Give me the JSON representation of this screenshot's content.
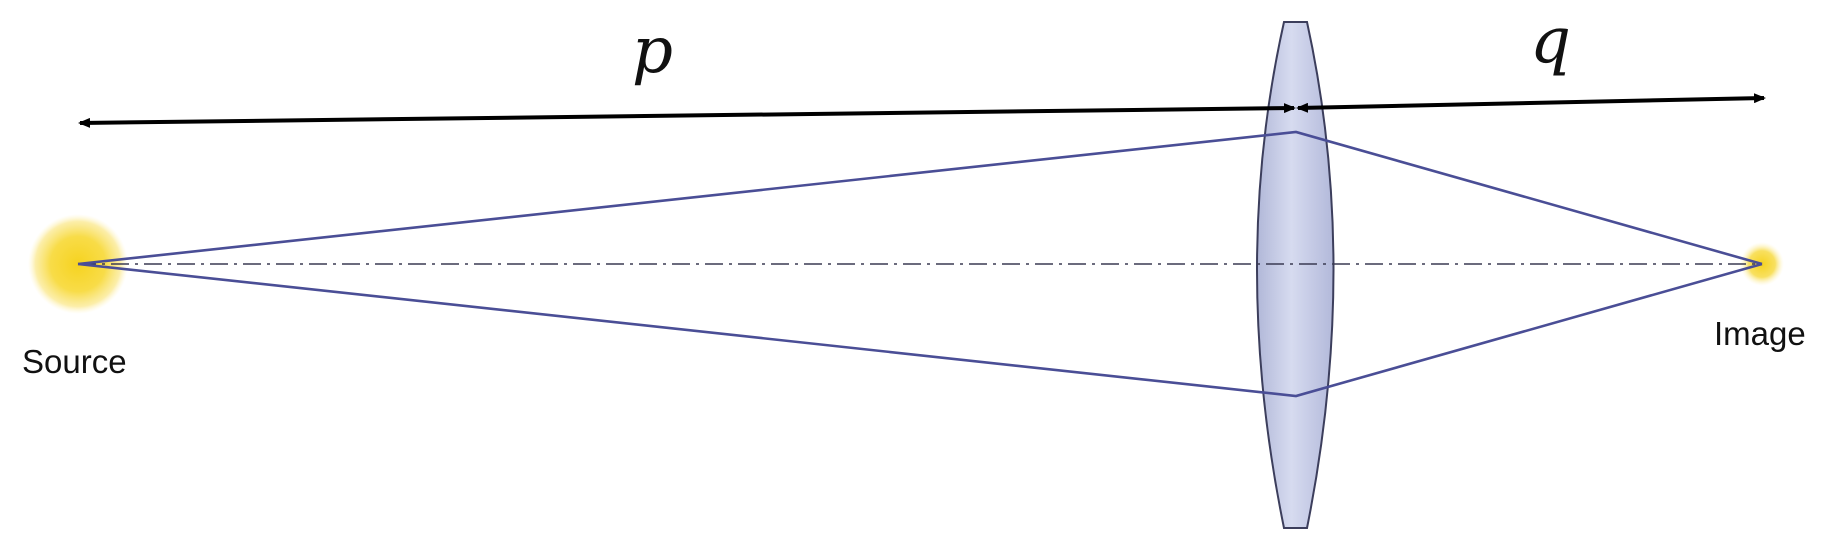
{
  "labels": {
    "object_distance": "p",
    "image_distance": "q",
    "source": "Source",
    "image": "Image"
  },
  "colors": {
    "ray": "#4a4e96",
    "axis": "#3a3a52",
    "arrow": "#000000",
    "lens_fill": "#bcc2e0",
    "lens_stroke": "#3c3e5c",
    "glow_core": "#f6d733",
    "glow_edge": "#fff3b0"
  }
}
